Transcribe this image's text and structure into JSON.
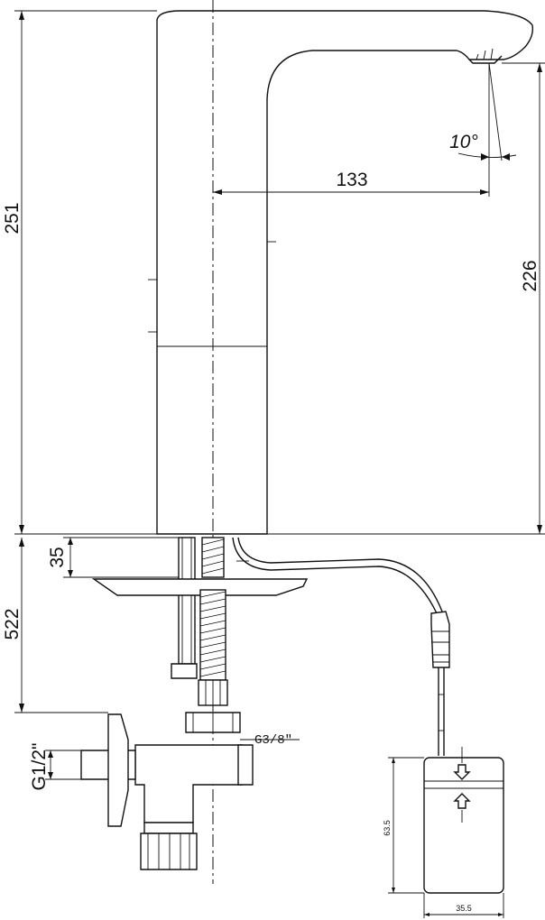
{
  "dimensions": {
    "total_height": "251",
    "spout_reach": "133",
    "spout_height": "226",
    "deck_thickness": "35",
    "hose_length": "522",
    "spray_angle": "10°",
    "inlet_thread": "G1/2\"",
    "outlet_thread": "G3/8\"",
    "box_height": "63.5",
    "box_width": "35.5"
  }
}
